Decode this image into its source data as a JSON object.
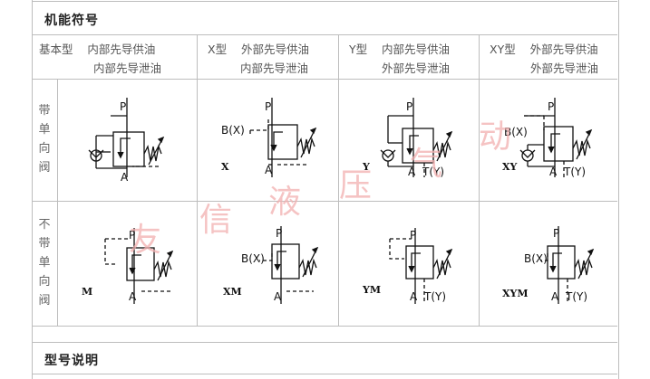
{
  "sections": {
    "symbols_title": "机能符号",
    "model_title": "型号说明"
  },
  "columns": [
    {
      "type": "基本型",
      "line1": "内部先导供油",
      "line2": "内部先导泄油"
    },
    {
      "type": "X型",
      "line1": "外部先导供油",
      "line2": "内部先导泄油"
    },
    {
      "type": "Y型",
      "line1": "内部先导供油",
      "line2": "外部先导泄油"
    },
    {
      "type": "XY型",
      "line1": "外部先导供油",
      "line2": "外部先导泄油"
    }
  ],
  "rows": [
    {
      "label": [
        "带",
        "单",
        "向",
        "阀"
      ]
    },
    {
      "label": [
        "不",
        "带",
        "单",
        "向",
        "阀"
      ]
    }
  ],
  "port_labels": {
    "p": "P",
    "a": "A",
    "t": "T(Y)",
    "b": "B(X)"
  },
  "codes": {
    "r1c2": "X",
    "r1c3": "Y",
    "r1c4": "XY",
    "r2c1": "M",
    "r2c2": "XM",
    "r2c3": "YM",
    "r2c4": "XYM"
  },
  "watermark": [
    "友",
    "信",
    "液",
    "压",
    "气",
    "动"
  ],
  "colors": {
    "grid": "#bdbdbd",
    "watermark": "#f2b0b0",
    "line": "#111111"
  }
}
